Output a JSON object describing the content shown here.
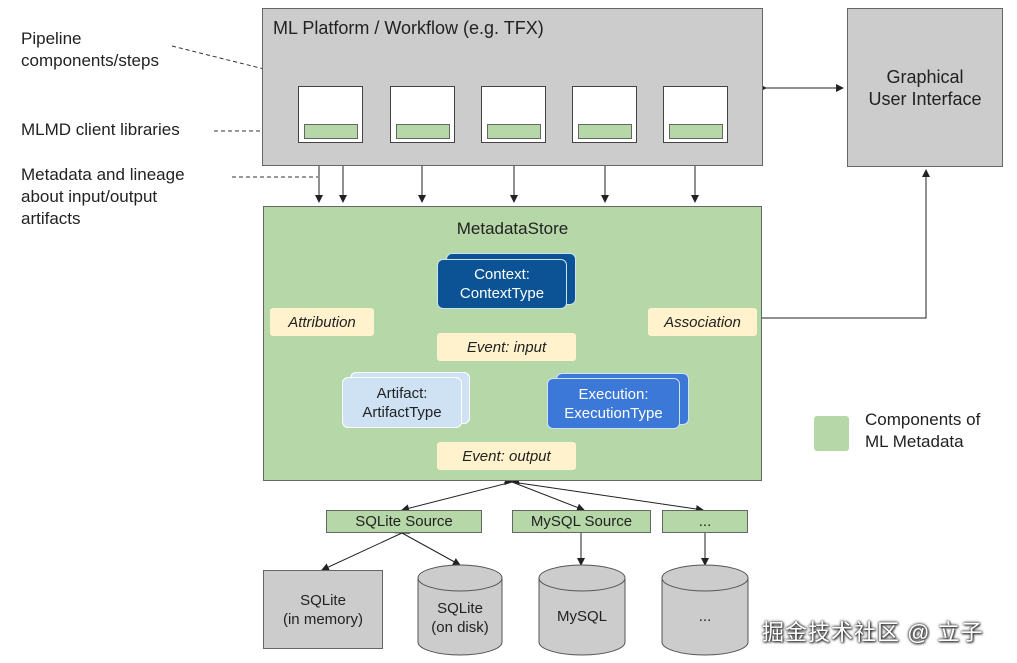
{
  "left_labels": {
    "pipeline_line1": "Pipeline",
    "pipeline_line2": "components/steps",
    "mlmd_client": "MLMD client libraries",
    "metadata_line1": "Metadata and lineage",
    "metadata_line2": "about input/output",
    "metadata_line3": "artifacts"
  },
  "platform": {
    "title": "ML Platform / Workflow (e.g. TFX)"
  },
  "gui": {
    "line1": "Graphical",
    "line2": "User Interface"
  },
  "store": {
    "title": "MetadataStore",
    "context_line1": "Context:",
    "context_line2": "ContextType",
    "artifact_line1": "Artifact:",
    "artifact_line2": "ArtifactType",
    "execution_line1": "Execution:",
    "execution_line2": "ExecutionType",
    "attribution": "Attribution",
    "association": "Association",
    "event_input": "Event: input",
    "event_output": "Event: output"
  },
  "legend": {
    "line1": "Components of",
    "line2": "ML Metadata"
  },
  "sources": {
    "sqlite": "SQLite Source",
    "mysql": "MySQL Source",
    "other": "..."
  },
  "databases": {
    "sqlite_mem_line1": "SQLite",
    "sqlite_mem_line2": "(in memory)",
    "sqlite_disk_line1": "SQLite",
    "sqlite_disk_line2": "(on disk)",
    "mysql": "MySQL",
    "other": "..."
  },
  "watermark": "掘金技术社区 @ 立子",
  "colors": {
    "gray": "#cccccc",
    "green": "#b6d7a8",
    "context_blue": "#0b5394",
    "execution_blue": "#3c78d8",
    "artifact_light": "#cfe2f3",
    "label_yellow": "#fff2cc"
  }
}
